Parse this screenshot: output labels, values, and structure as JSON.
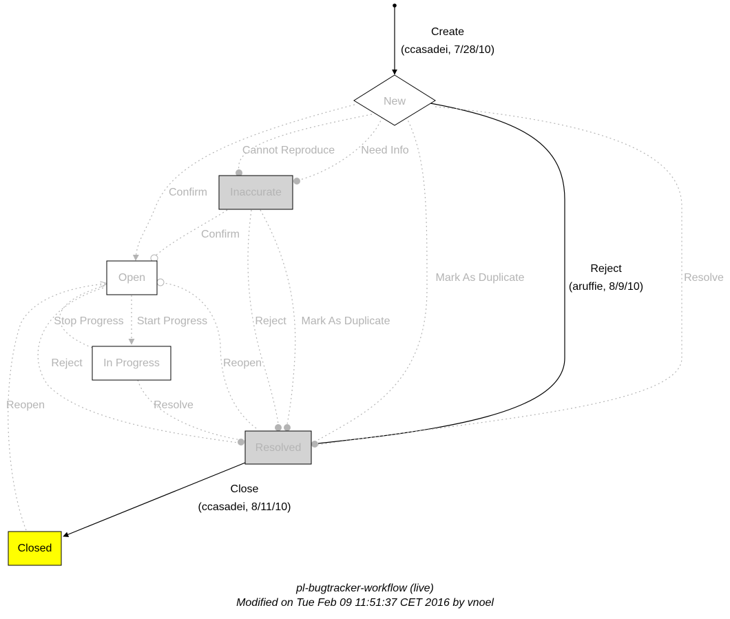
{
  "colors": {
    "active": "#000000",
    "inactive": "#b4b4b4",
    "node_fill_gray": "#d3d3d3",
    "node_fill_yellow": "#ffff00",
    "node_fill_white": "#ffffff"
  },
  "nodes": {
    "new": "New",
    "inaccurate": "Inaccurate",
    "open": "Open",
    "in_progress": "In Progress",
    "resolved": "Resolved",
    "closed": "Closed"
  },
  "edges": {
    "create": {
      "label": "Create",
      "meta": "(ccasadei, 7/28/10)"
    },
    "reject_new_resolved": {
      "label": "Reject",
      "meta": "(aruffie, 8/9/10)"
    },
    "close": {
      "label": "Close",
      "meta": "(ccasadei, 8/11/10)"
    },
    "cannot_reproduce": "Cannot Reproduce",
    "need_info": "Need Info",
    "confirm_new_open": "Confirm",
    "confirm_inaccurate_open": "Confirm",
    "mark_dup_new": "Mark As Duplicate",
    "resolve_new": "Resolve",
    "reject_inaccurate": "Reject",
    "mark_dup_inaccurate": "Mark As Duplicate",
    "stop_progress": "Stop Progress",
    "start_progress": "Start Progress",
    "reject_open": "Reject",
    "reopen_resolved_open": "Reopen",
    "resolve_in_progress": "Resolve",
    "reopen_closed_open": "Reopen"
  },
  "footer": {
    "line1": "pl-bugtracker-workflow (live)",
    "line2": "Modified on Tue Feb 09 11:51:37 CET 2016 by vnoel"
  }
}
